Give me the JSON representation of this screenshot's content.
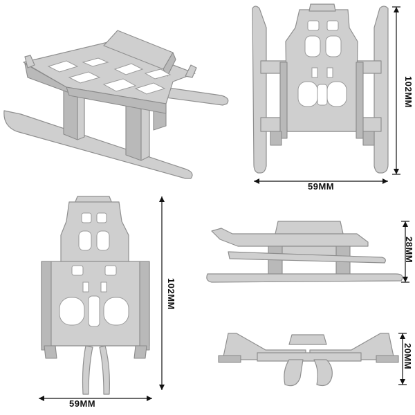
{
  "dimensions": {
    "top_right_height": "102MM",
    "top_right_width": "59MM",
    "bottom_left_height": "102MM",
    "bottom_left_width": "59MM",
    "side_height": "28MM",
    "front_height": "20MM"
  },
  "colors": {
    "part_fill": "#cfcfcf",
    "part_stroke": "#8f8f8f",
    "dimension_line": "#111111",
    "background": "#ffffff"
  }
}
